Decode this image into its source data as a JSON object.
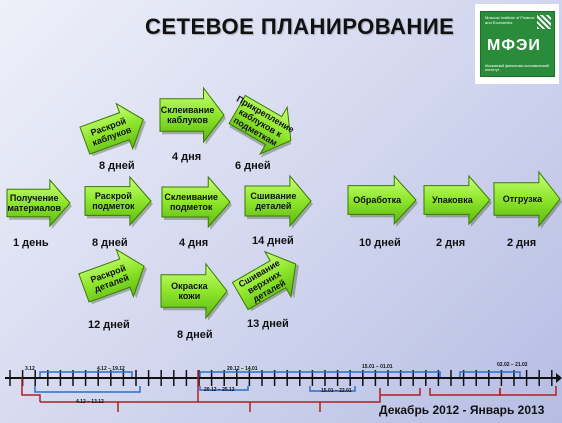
{
  "title": "СЕТЕВОЕ ПЛАНИРОВАНИЕ",
  "logo": {
    "top_text": "Moscow Institute of Finance and Economics",
    "main_text": "МФЭИ",
    "bottom_text": "Московский финансово-экономический институт"
  },
  "colors": {
    "arrow_fill": "#8ee62a",
    "arrow_dark": "#3a7a00",
    "bracket_red": "#b0211f",
    "bracket_blue": "#2a6fd0"
  },
  "nodes": [
    {
      "id": "receive",
      "label": "Получение материалов",
      "duration": "1 день"
    },
    {
      "id": "cut-uppers",
      "label": "Раскрой подметок",
      "duration": "8 дней"
    },
    {
      "id": "cut-heels",
      "label": "Раскрой каблуков",
      "duration": "8 дней"
    },
    {
      "id": "glue-heels",
      "label": "Склеивание каблуков",
      "duration": "4 дня"
    },
    {
      "id": "attach-heels",
      "label": "Прикрепление каблуков к подметкам",
      "duration": "6 дней"
    },
    {
      "id": "glue-uppers",
      "label": "Склеивание подметок",
      "duration": "4 дня"
    },
    {
      "id": "sew-parts",
      "label": "Сшивание деталей",
      "duration": "14 дней"
    },
    {
      "id": "cut-parts",
      "label": "Раскрой деталей",
      "duration": "12 дней"
    },
    {
      "id": "dye-leather",
      "label": "Окраска кожи",
      "duration": "8 дней"
    },
    {
      "id": "sew-top",
      "label": "Сшивание верхних деталей",
      "duration": "13 дней"
    },
    {
      "id": "processing",
      "label": "Обработка",
      "duration": "10 дней"
    },
    {
      "id": "packing",
      "label": "Упаковка",
      "duration": "2 дня"
    },
    {
      "id": "shipping",
      "label": "Отгрузка",
      "duration": "2 дня"
    }
  ],
  "timeline": {
    "labels": [
      "3.12",
      "4.12 – 19.12",
      "20.12 – 14.01",
      "15.01 – 01.01",
      "02.02 – 21.02",
      "4.12 – 13.12",
      "20.12 – 25.12",
      "15.01 – 22.01"
    ],
    "caption": "Декабрь 2012 - Январь 2013"
  }
}
